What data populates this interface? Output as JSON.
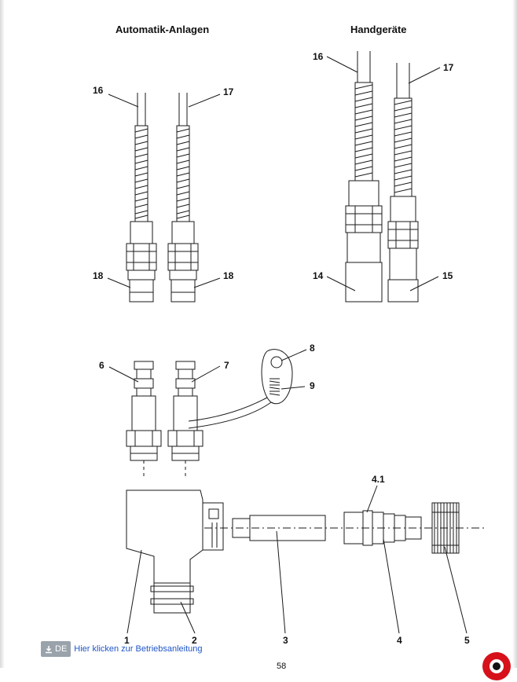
{
  "headings": {
    "left": "Automatik-Anlagen",
    "right": "Handgeräte"
  },
  "callouts": {
    "a16": "16",
    "a17": "17",
    "a18l": "18",
    "a18r": "18",
    "h16": "16",
    "h17": "17",
    "h14": "14",
    "h15": "15",
    "c6": "6",
    "c7": "7",
    "c8": "8",
    "c9": "9",
    "c41": "4.1",
    "b1": "1",
    "b2": "2",
    "b3": "3",
    "b4": "4",
    "b5": "5"
  },
  "download": {
    "badge": "DE",
    "link_text": "Hier klicken zur Betriebsanleitung"
  },
  "page_number": "58",
  "colors": {
    "line": "#1a1a1a",
    "badge_bg": "#9aa3ab",
    "link": "#1f55c7",
    "logo_red": "#d6111a"
  },
  "icons": {
    "download": "download-icon",
    "logo": "brand-logo"
  }
}
